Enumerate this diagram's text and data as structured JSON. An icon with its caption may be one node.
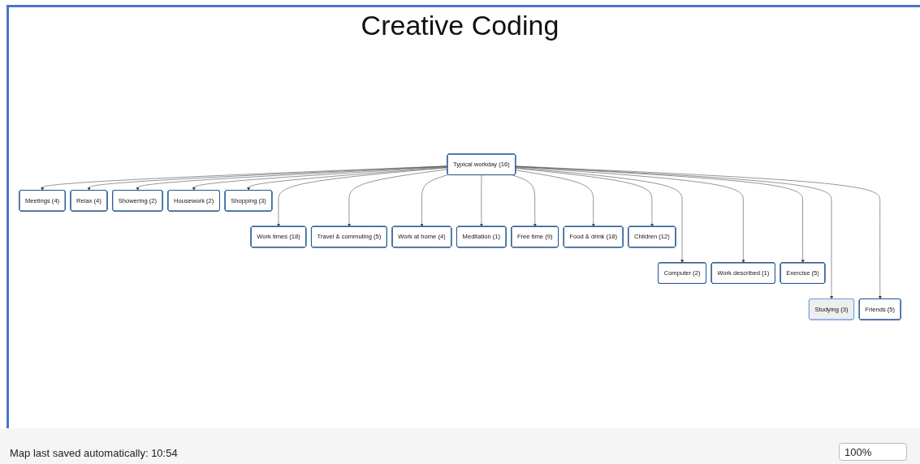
{
  "diagram": {
    "title": "Creative Coding",
    "nodes": [
      {
        "text": [
          "Typical workday (16)"
        ]
      },
      {
        "text": [
          "Meetings (4)"
        ]
      },
      {
        "text": [
          "Work times (18)"
        ]
      },
      {
        "text": [
          "Travel & commuting (5)"
        ]
      },
      {
        "text": [
          "Computer (2)"
        ]
      },
      {
        "text": [
          "Work described (1)"
        ]
      },
      {
        "text": [
          "Work at home (4)"
        ]
      },
      {
        "text": [
          "Studying (3)"
        ]
      },
      {
        "text": [
          "Meditation (1)"
        ]
      },
      {
        "text": [
          "Exercise (5)"
        ]
      },
      {
        "text": [
          "Relax (4)"
        ]
      },
      {
        "text": [
          "Free time (9)"
        ]
      },
      {
        "text": [
          "Showering (2)"
        ]
      },
      {
        "text": [
          "Friends (5)"
        ]
      },
      {
        "text": [
          "Food & drink (18)"
        ]
      },
      {
        "text": [
          "Housework (2)"
        ]
      },
      {
        "text": [
          "Children (12)"
        ]
      },
      {
        "text": [
          "Shopping (3)"
        ]
      }
    ],
    "edges": [
      {
        "from": 0,
        "to": 1,
        "arrow": "to"
      },
      {
        "from": 0,
        "to": 2,
        "arrow": "to"
      },
      {
        "from": 0,
        "to": 3,
        "arrow": "to"
      },
      {
        "from": 0,
        "to": 4,
        "arrow": "to"
      },
      {
        "from": 0,
        "to": 5,
        "arrow": "to"
      },
      {
        "from": 0,
        "to": 6,
        "arrow": "to"
      },
      {
        "from": 0,
        "to": 7,
        "arrow": "to"
      },
      {
        "from": 0,
        "to": 8,
        "arrow": "to"
      },
      {
        "from": 0,
        "to": 9,
        "arrow": "to"
      },
      {
        "from": 0,
        "to": 10,
        "arrow": "to"
      },
      {
        "from": 0,
        "to": 11,
        "arrow": "to"
      },
      {
        "from": 0,
        "to": 12,
        "arrow": "to"
      },
      {
        "from": 0,
        "to": 13,
        "arrow": "to"
      },
      {
        "from": 0,
        "to": 14,
        "arrow": "to"
      },
      {
        "from": 0,
        "to": 15,
        "arrow": "to"
      },
      {
        "from": 0,
        "to": 16,
        "arrow": "to"
      },
      {
        "from": 0,
        "to": 17,
        "arrow": "to"
      }
    ],
    "labels": [
      "Map last saved automatically: 10:54",
      "100%"
    ]
  }
}
